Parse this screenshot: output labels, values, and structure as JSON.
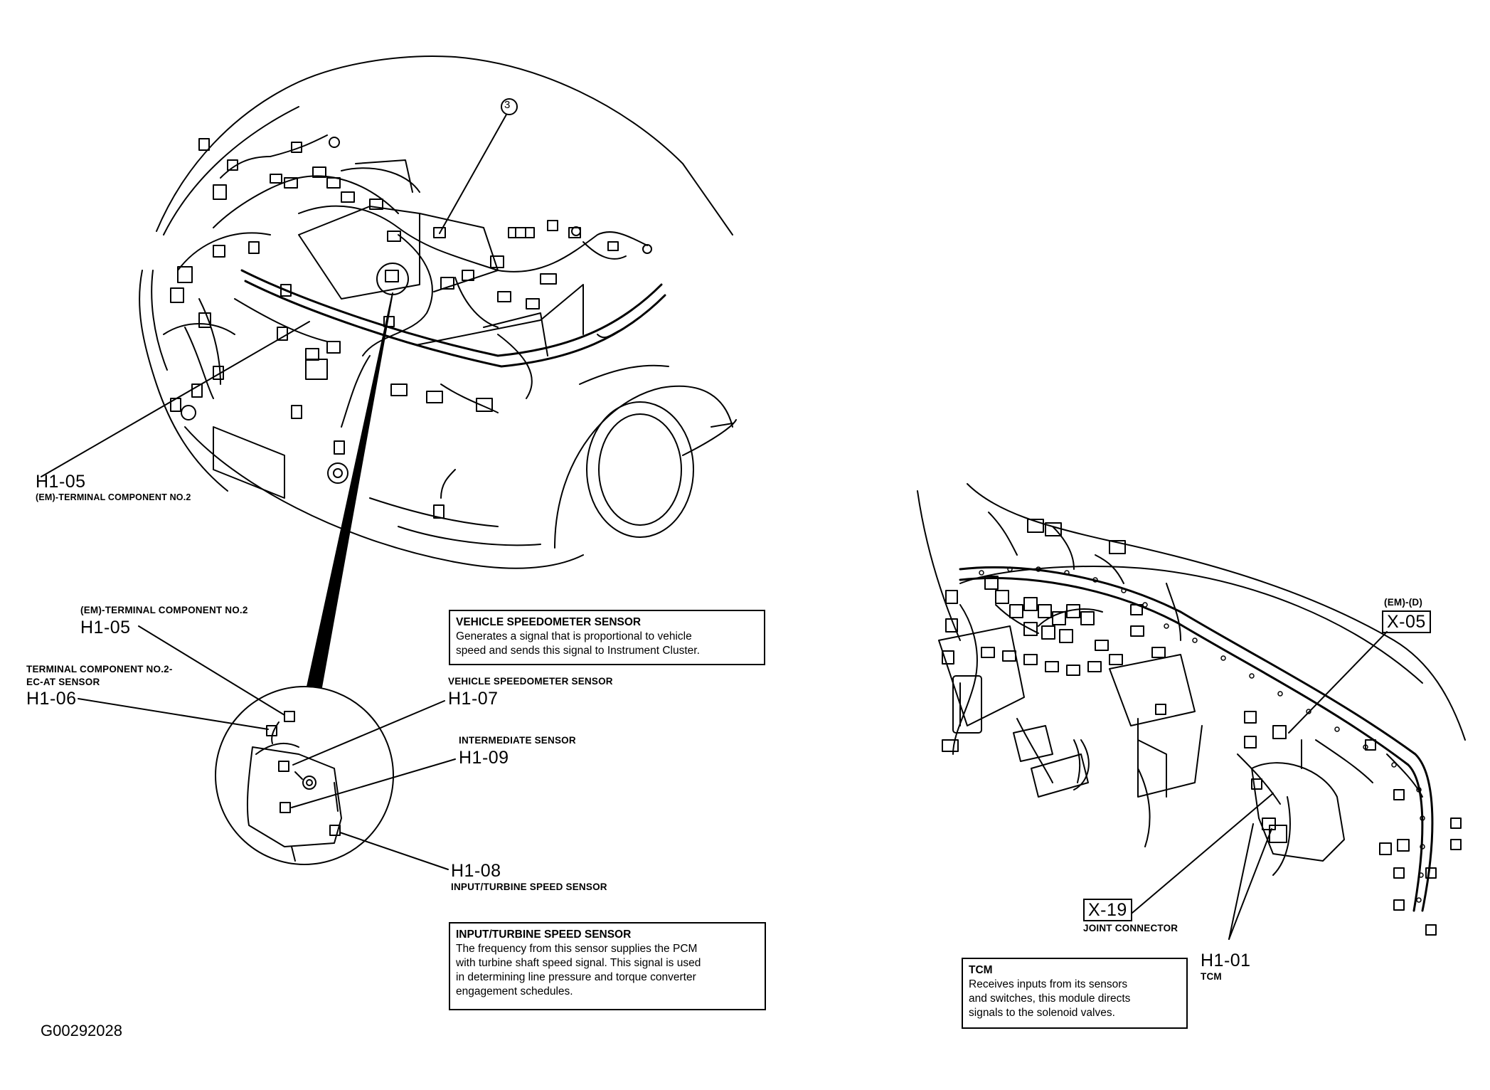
{
  "figure_id": "G00292028",
  "callout_number": "3",
  "labels": {
    "h105_top": {
      "code": "H1-05",
      "caption": "(EM)-TERMINAL COMPONENT NO.2"
    },
    "h105_detail": {
      "code": "H1-05",
      "caption": "(EM)-TERMINAL COMPONENT NO.2"
    },
    "h106": {
      "code": "H1-06",
      "caption_line1": "TERMINAL COMPONENT NO.2-",
      "caption_line2": "EC-AT SENSOR"
    },
    "h107": {
      "code": "H1-07",
      "caption": "VEHICLE SPEEDOMETER SENSOR"
    },
    "h109": {
      "code": "H1-09",
      "caption": "INTERMEDIATE SENSOR"
    },
    "h108": {
      "code": "H1-08",
      "caption": "INPUT/TURBINE SPEED SENSOR"
    },
    "x05": {
      "code": "X-05",
      "caption": "(EM)-(D)"
    },
    "x19": {
      "code": "X-19",
      "caption": "JOINT CONNECTOR"
    },
    "h101": {
      "code": "H1-01",
      "caption": "TCM"
    }
  },
  "info_boxes": {
    "speedometer": {
      "title": "VEHICLE SPEEDOMETER SENSOR",
      "lines": [
        "Generates a signal that is proportional to vehicle",
        "speed and sends this signal to Instrument Cluster."
      ]
    },
    "turbine": {
      "title": "INPUT/TURBINE SPEED SENSOR",
      "lines": [
        "The frequency from this sensor supplies the PCM",
        "with turbine shaft speed signal. This signal is used",
        "in determining line pressure and torque converter",
        "engagement schedules."
      ]
    },
    "tcm": {
      "title": "TCM",
      "lines": [
        "Receives inputs from its sensors",
        "and switches, this module directs",
        "signals to the solenoid valves."
      ]
    }
  }
}
